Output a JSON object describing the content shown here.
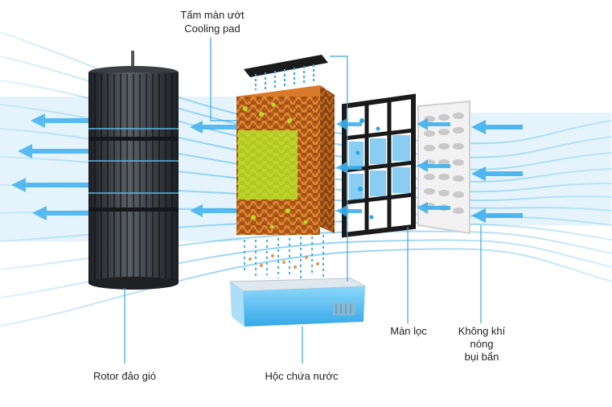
{
  "labels": {
    "cooling_pad_vi": "Tấm màn ướt",
    "cooling_pad_en": "Cooling pad",
    "rotor": "Rotor đảo gió",
    "water_tank": "Hộc chứa nước",
    "filter": "Màn lọc",
    "hot_air_line1": "Không khí",
    "hot_air_line2": "nóng",
    "hot_air_line3": "bụi bẩn"
  },
  "colors": {
    "airflow": "#2aa7e8",
    "airflow_light": "#bfe6fb",
    "rotor": "#2b2e33",
    "pad_orange": "#c8641a",
    "pad_green": "#a8e21e",
    "water": "#37b6f2",
    "filter_frame": "#1a1a1a",
    "leader_line": "#3aa6de"
  }
}
